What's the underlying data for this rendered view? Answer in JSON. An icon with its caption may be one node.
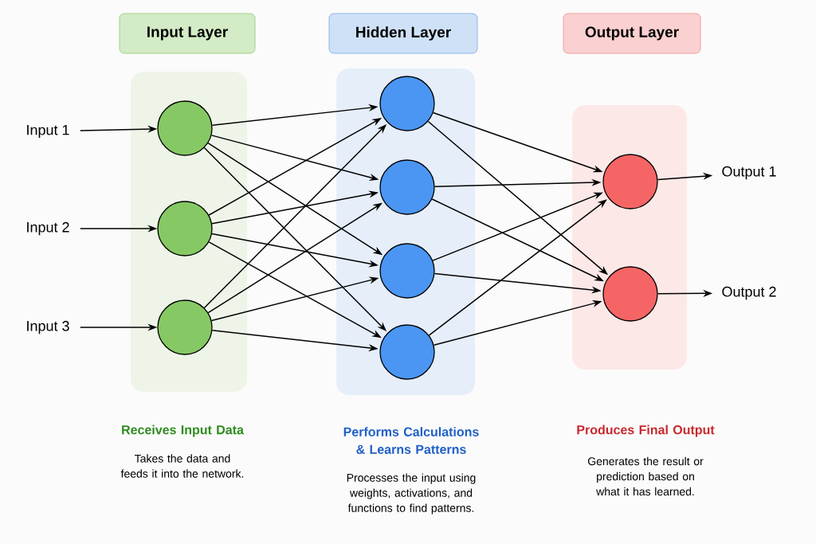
{
  "diagram": {
    "nodes": [
      {
        "text": [
          "Input Layer"
        ]
      },
      {
        "text": [
          "Hidden Layer"
        ]
      },
      {
        "text": [
          "Output Layer"
        ]
      },
      {
        "text": [],
        "shape": "box"
      },
      {
        "text": [],
        "shape": "box"
      },
      {
        "text": [],
        "shape": "box"
      },
      {
        "text": [
          "Input 1"
        ]
      },
      {
        "text": [
          "Input 2"
        ]
      },
      {
        "text": [
          "Input 3"
        ]
      },
      {
        "text": [],
        "shape": "circle",
        "in": 3
      },
      {
        "text": [],
        "shape": "circle",
        "in": 3
      },
      {
        "text": [],
        "shape": "circle",
        "in": 3
      },
      {
        "text": [],
        "shape": "circle",
        "in": 4
      },
      {
        "text": [],
        "shape": "circle",
        "in": 4
      },
      {
        "text": [],
        "shape": "circle",
        "in": 4
      },
      {
        "text": [],
        "shape": "circle",
        "in": 4
      },
      {
        "text": [],
        "shape": "circle",
        "in": 5
      },
      {
        "text": [],
        "shape": "circle",
        "in": 5
      },
      {
        "text": [
          "Output 1"
        ]
      },
      {
        "text": [
          "Output 2"
        ]
      }
    ],
    "edges": [
      {
        "from": 6,
        "to": 9,
        "arrow": "to"
      },
      {
        "from": 7,
        "to": 10,
        "arrow": "to"
      },
      {
        "from": 8,
        "to": 11,
        "arrow": "to"
      },
      {
        "from": 9,
        "to": 12,
        "arrow": "to"
      },
      {
        "from": 9,
        "to": 13,
        "arrow": "to"
      },
      {
        "from": 9,
        "to": 14,
        "arrow": "to"
      },
      {
        "from": 9,
        "to": 15,
        "arrow": "to"
      },
      {
        "from": 10,
        "to": 12,
        "arrow": "to"
      },
      {
        "from": 10,
        "to": 13,
        "arrow": "to"
      },
      {
        "from": 10,
        "to": 14,
        "arrow": "to"
      },
      {
        "from": 10,
        "to": 15,
        "arrow": "to"
      },
      {
        "from": 11,
        "to": 12,
        "arrow": "to"
      },
      {
        "from": 11,
        "to": 13,
        "arrow": "to"
      },
      {
        "from": 11,
        "to": 14,
        "arrow": "to"
      },
      {
        "from": 11,
        "to": 15,
        "arrow": "to"
      },
      {
        "from": 12,
        "to": 16,
        "arrow": "to"
      },
      {
        "from": 12,
        "to": 17,
        "arrow": "to"
      },
      {
        "from": 13,
        "to": 16,
        "arrow": "to"
      },
      {
        "from": 13,
        "to": 17,
        "arrow": "to"
      },
      {
        "from": 14,
        "to": 16,
        "arrow": "to"
      },
      {
        "from": 14,
        "to": 17,
        "arrow": "to"
      },
      {
        "from": 15,
        "to": 16,
        "arrow": "to"
      },
      {
        "from": 15,
        "to": 17,
        "arrow": "to"
      },
      {
        "from": 16,
        "to": 18,
        "arrow": "to"
      },
      {
        "from": 17,
        "to": 19,
        "arrow": "to"
      }
    ],
    "labels": [
      "Receives Input Data",
      "Takes the data and feeds it into the network.",
      "Performs Calculations & Learns Patterns",
      "Processes the input using weights, activations, and functions to find patterns.",
      "Produces Final Output",
      "Generates the result or prediction based on what it has learned."
    ]
  }
}
